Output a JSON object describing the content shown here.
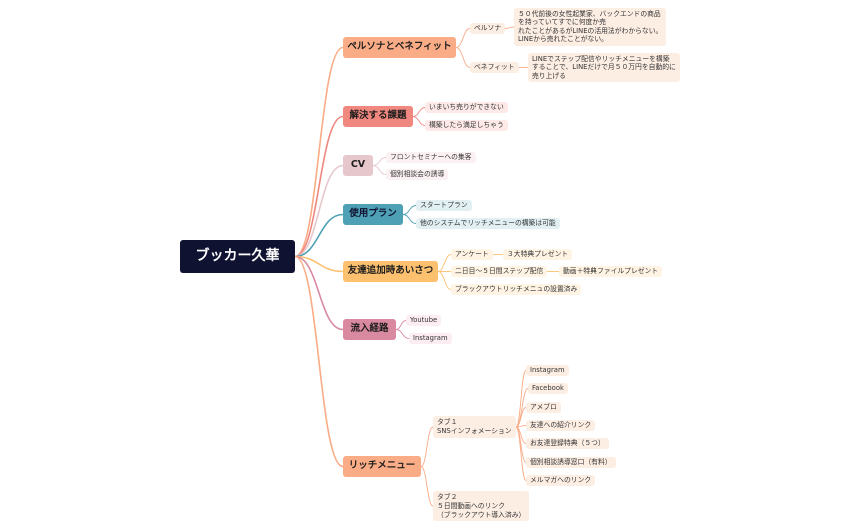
{
  "root": "ブッカー久華",
  "branches": [
    {
      "label": "ペルソナとベネフィット",
      "children": [
        {
          "label": "ペルソナ",
          "detail": "５０代前後の女性起業家、バックエンドの商品\nを持っていてすでに何度か売\nれたことがあるがLINEの活用法がわからない。\nLINEから売れたことがない。"
        },
        {
          "label": "ベネフィット",
          "detail": "LINEでステップ配信やリッチメニューを構築\nすることで、LINEだけで月５０万円を自動的に\n売り上げる"
        }
      ]
    },
    {
      "label": "解決する課題",
      "children": [
        {
          "label": "いまいち売りができない"
        },
        {
          "label": "構築したら満足しちゃう"
        }
      ]
    },
    {
      "label": "CV",
      "children": [
        {
          "label": "フロントセミナーへの集客"
        },
        {
          "label": "個別相談会の誘導"
        }
      ]
    },
    {
      "label": "使用プラン",
      "children": [
        {
          "label": "スタートプラン"
        },
        {
          "label": "他のシステムでリッチメニューの構築は可能"
        }
      ]
    },
    {
      "label": "友達追加時あいさつ",
      "children": [
        {
          "label": "アンケート",
          "detail": "３大特典プレゼント"
        },
        {
          "label": "二日目〜５日間ステップ配信",
          "detail": "動画＋特典ファイルプレゼント"
        },
        {
          "label": "ブラックアウトリッチメニュの設置済み"
        }
      ]
    },
    {
      "label": "流入経路",
      "children": [
        {
          "label": "Youtube"
        },
        {
          "label": "Instagram"
        }
      ]
    },
    {
      "label": "リッチメニュー",
      "children": [
        {
          "label": "タブ１\nSNSインフォメーション",
          "items": [
            "Instagram",
            "Facebook",
            "アメブロ",
            "友達への紹介リンク",
            "お友達登録特典（５つ）",
            "個別相談誘導窓口（有料）",
            "メルマガへのリンク"
          ]
        },
        {
          "label": "タブ２\n５日間動画へのリンク\n（ブラックアウト導入済み）"
        }
      ]
    }
  ]
}
